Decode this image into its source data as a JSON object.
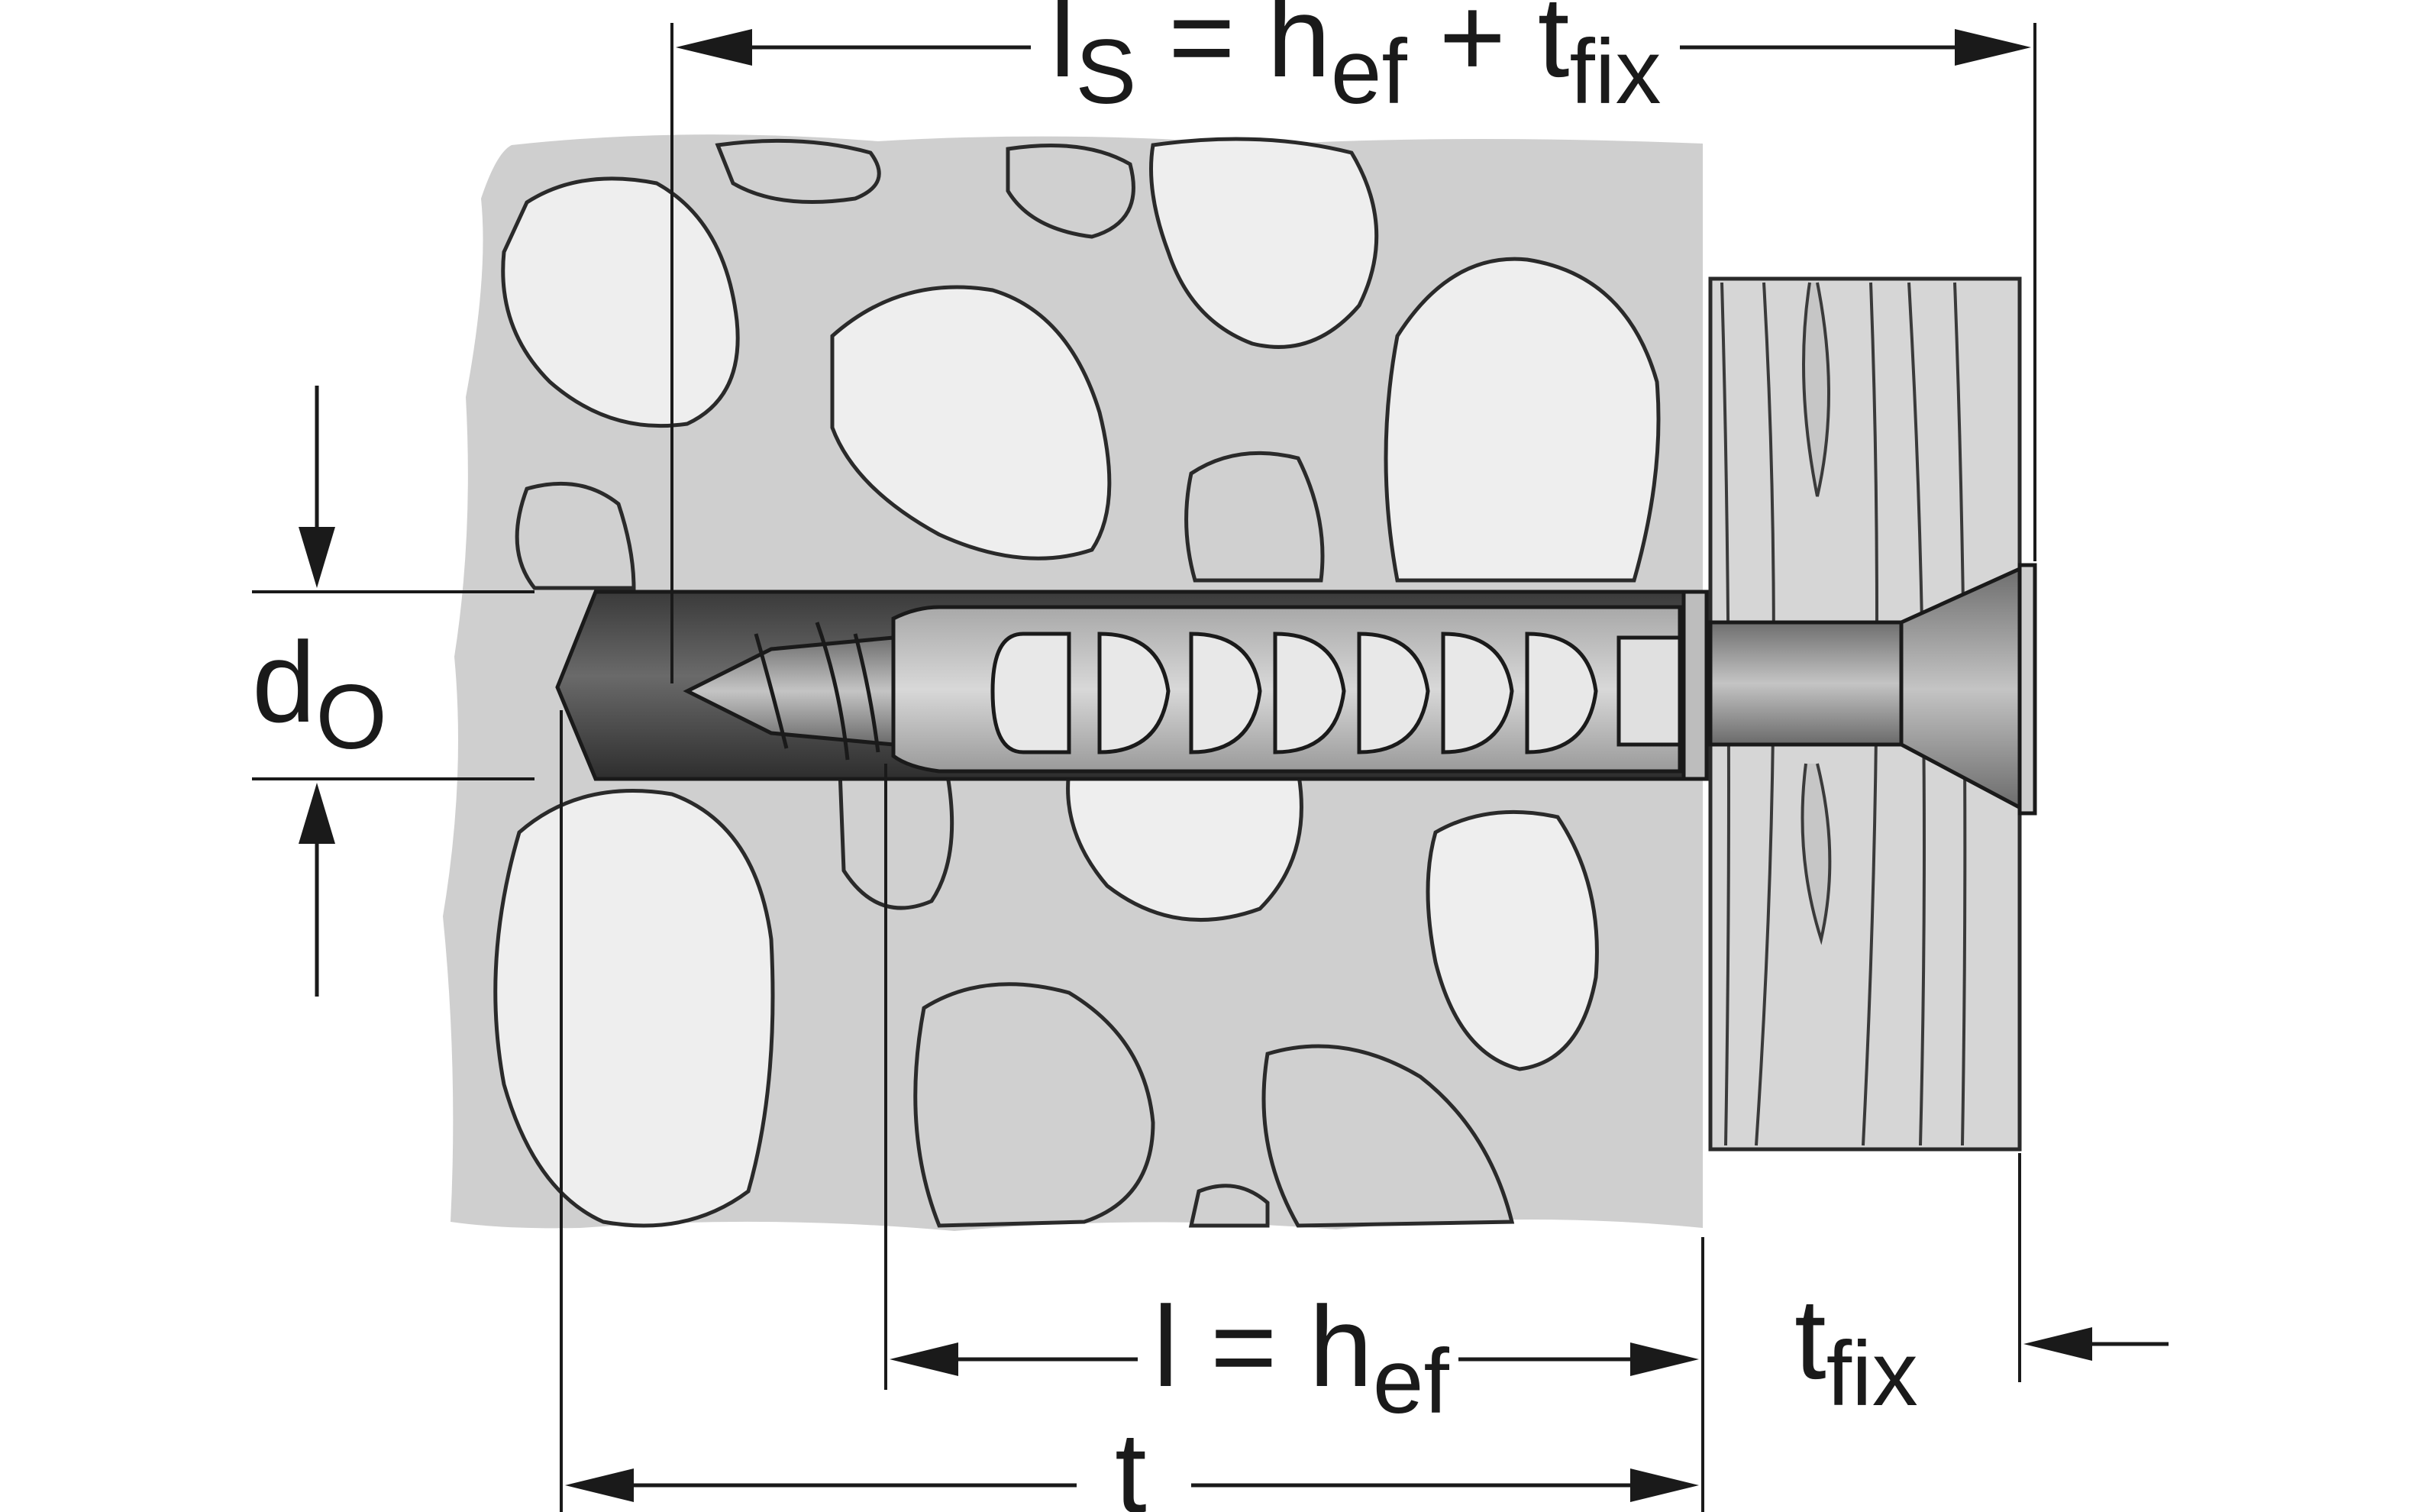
{
  "labels": {
    "ls": {
      "main": "l",
      "main_sub": "S",
      "eq": " = h",
      "sub1": "ef",
      "plus": " + t",
      "sub2": "fix"
    },
    "l": {
      "main": "l = h",
      "sub": "ef"
    },
    "t": {
      "main": "t"
    },
    "tfix": {
      "main": "t",
      "sub": "fix"
    },
    "do": {
      "main": "d",
      "sub": "O"
    }
  },
  "colors": {
    "background": "#ffffff",
    "concrete": "#cfcfcf",
    "pebble_light": "#eeeeee",
    "pebble_dark": "#d0d0d0",
    "wood": "#d6d6d6",
    "bore_hole": "#4a4a4a",
    "plug": "#bdbdbd",
    "screw": "#9a9a9a",
    "ink": "#1a1a1a"
  }
}
